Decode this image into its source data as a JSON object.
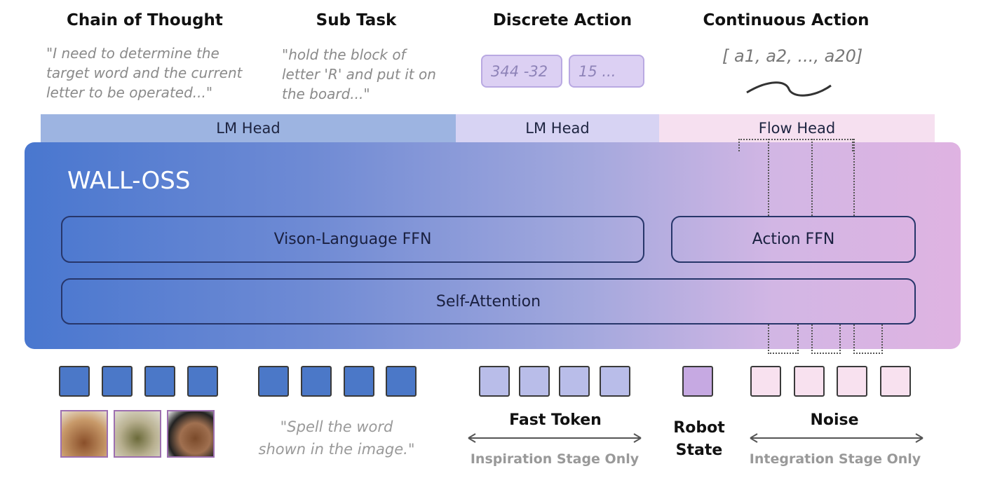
{
  "outputs": {
    "cot": {
      "title": "Chain of Thought",
      "text": "\"I need to determine the\ntarget word and the current\nletter to be operated...\""
    },
    "subtask": {
      "title": "Sub Task",
      "text": "\"hold the block of\nletter 'R' and put it on\nthe board...\""
    },
    "discrete": {
      "title": "Discrete Action",
      "tokens": [
        "344 -32",
        "15 ..."
      ]
    },
    "continuous": {
      "title": "Continuous Action",
      "text": "[ a1, a2, ..., a20]"
    }
  },
  "heads": [
    "LM Head",
    "LM Head",
    "Flow Head"
  ],
  "model": {
    "name": "WALL-OSS",
    "vl_ffn": "Vison-Language FFN",
    "action_ffn": "Action FFN",
    "self_attention": "Self-Attention"
  },
  "inputs": {
    "instruction": "\"Spell the word\nshown in the image.\"",
    "fast_token": {
      "label": "Fast Token",
      "note": "Inspiration Stage Only"
    },
    "robot_state": "Robot\nState",
    "noise": {
      "label": "Noise",
      "note": "Integration Stage Only"
    }
  },
  "colors": {
    "image_token": "#4b78c8",
    "text_token": "#4b78c8",
    "fast_token": "#b9bde9",
    "robot_state": "#c6a9e2",
    "noise": "#f8e1ef"
  }
}
